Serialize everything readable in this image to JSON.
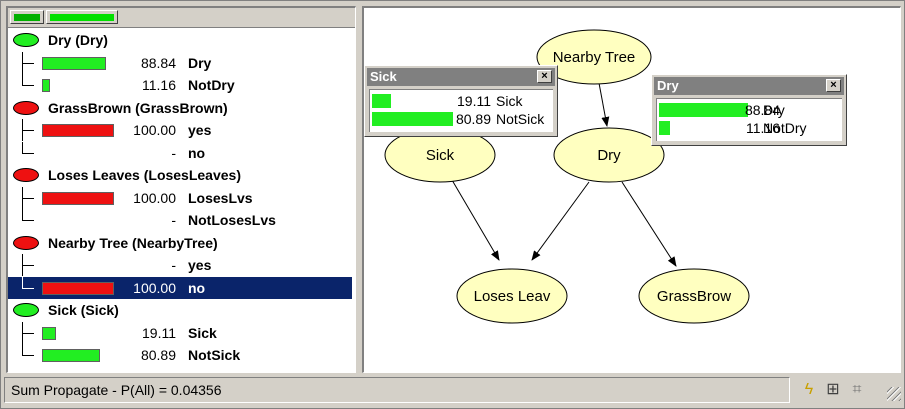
{
  "tree": {
    "nodes": [
      {
        "title": "Dry  (Dry)",
        "color": "green",
        "states": [
          {
            "value": "88.84",
            "label": "Dry",
            "fraction": 0.8884
          },
          {
            "value": "11.16",
            "label": "NotDry",
            "fraction": 0.1116
          }
        ]
      },
      {
        "title": "GrassBrown  (GrassBrown)",
        "color": "red",
        "states": [
          {
            "value": "100.00",
            "label": "yes",
            "fraction": 1.0
          },
          {
            "value": "-",
            "label": "no",
            "fraction": 0
          }
        ]
      },
      {
        "title": "Loses Leaves  (LosesLeaves)",
        "color": "red",
        "states": [
          {
            "value": "100.00",
            "label": "LosesLvs",
            "fraction": 1.0
          },
          {
            "value": "-",
            "label": "NotLosesLvs",
            "fraction": 0
          }
        ]
      },
      {
        "title": "Nearby Tree  (NearbyTree)",
        "color": "red",
        "states": [
          {
            "value": "-",
            "label": "yes",
            "fraction": 0
          },
          {
            "value": "100.00",
            "label": "no",
            "fraction": 1.0,
            "selected": true
          }
        ]
      },
      {
        "title": "Sick  (Sick)",
        "color": "green",
        "states": [
          {
            "value": "19.11",
            "label": "Sick",
            "fraction": 0.1911
          },
          {
            "value": "80.89",
            "label": "NotSick",
            "fraction": 0.8089
          }
        ]
      }
    ]
  },
  "graph": {
    "nodes": {
      "nearby": "Nearby Tree",
      "sick": "Sick",
      "dry": "Dry",
      "loses": "Loses Leav",
      "grass": "GrassBrow"
    }
  },
  "mini_windows": {
    "sick": {
      "title": "Sick",
      "close": "×",
      "rows": [
        {
          "value": "19.11",
          "label": "Sick",
          "fraction": 0.1911
        },
        {
          "value": "80.89",
          "label": "NotSick",
          "fraction": 0.8089
        }
      ]
    },
    "dry": {
      "title": "Dry",
      "close": "×",
      "rows": [
        {
          "value": "88.84",
          "label": "Dry",
          "fraction": 0.8884
        },
        {
          "value": "11.16",
          "label": "NotDry",
          "fraction": 0.1116
        }
      ]
    }
  },
  "status": {
    "text": "Sum Propagate - P(All) = 0.04356"
  },
  "colors": {
    "green": "#22ee22",
    "red": "#ee1111",
    "selected": "#0a246a"
  }
}
